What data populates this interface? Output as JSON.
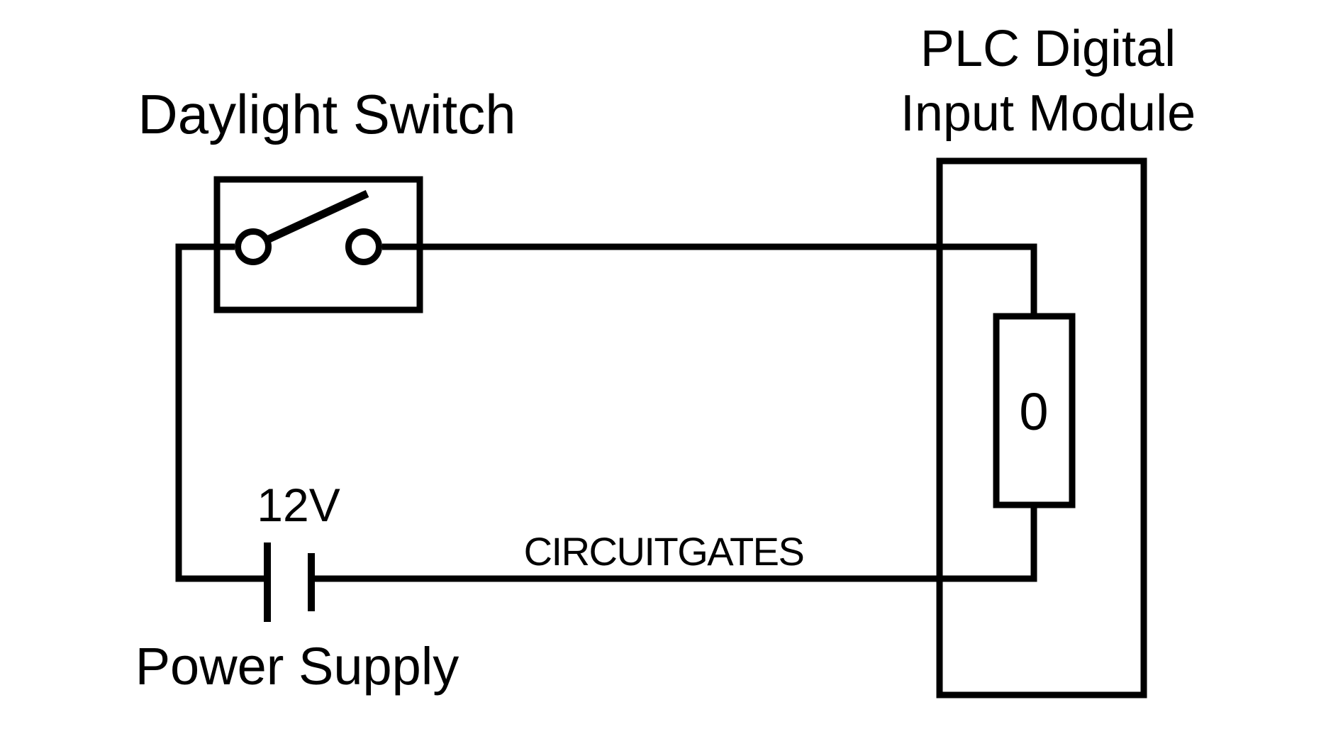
{
  "diagram": {
    "type": "circuit-wiring-diagram",
    "background": "#ffffff",
    "colors": {
      "line": "#000000",
      "text": "#000000",
      "watermark_start": "#c6c6c6",
      "watermark_end": "#adadad"
    },
    "switch": {
      "label": "Daylight Switch",
      "state": "open"
    },
    "plc": {
      "label_line1": "PLC Digital",
      "label_line2": "Input Module",
      "input_channel": "0"
    },
    "power_supply": {
      "voltage": "12V",
      "label": "Power Supply"
    },
    "watermark": {
      "text": "CIRCUITGATES"
    }
  }
}
